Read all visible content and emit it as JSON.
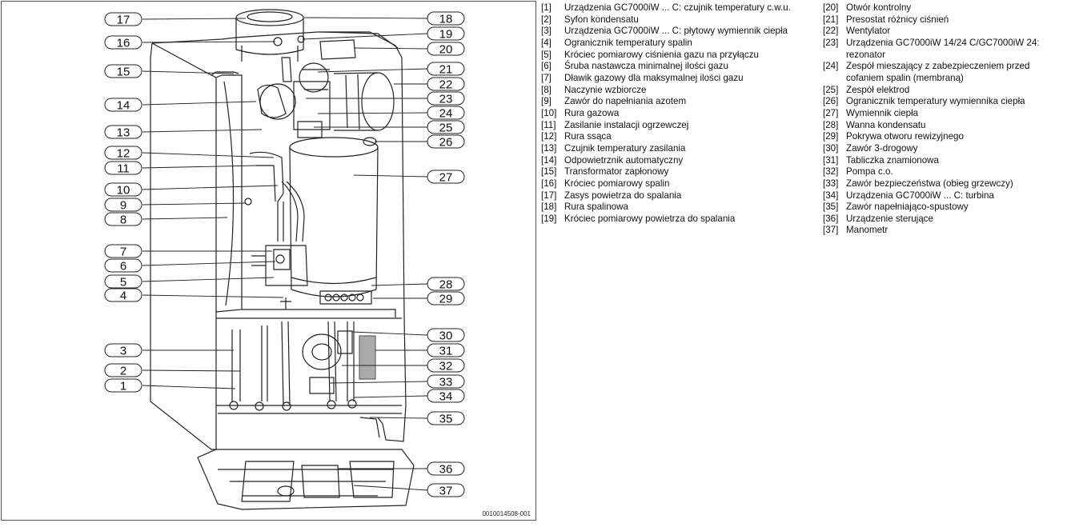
{
  "figure": {
    "code": "0010014508-001",
    "callouts_left": [
      "17",
      "16",
      "15",
      "14",
      "13",
      "12",
      "11",
      "10",
      "9",
      "8",
      "7",
      "6",
      "5",
      "4",
      "3",
      "2",
      "1"
    ],
    "callouts_right": [
      "18",
      "19",
      "20",
      "21",
      "22",
      "23",
      "24",
      "25",
      "26",
      "27",
      "28",
      "29",
      "30",
      "31",
      "32",
      "33",
      "34",
      "35",
      "36",
      "37"
    ]
  },
  "legend": {
    "column_1": [
      {
        "num": "[1]",
        "text": "Urządzenia GC7000iW ... C: czujnik temperatury c.w.u."
      },
      {
        "num": "[2]",
        "text": "Syfon kondensatu"
      },
      {
        "num": "[3]",
        "text": "Urządzenia GC7000iW ... C: płytowy wymiennik ciepła"
      },
      {
        "num": "[4]",
        "text": "Ogranicznik temperatury spalin"
      },
      {
        "num": "[5]",
        "text": "Króciec pomiarowy ciśnienia gazu na przyłączu"
      },
      {
        "num": "[6]",
        "text": "Śruba nastawcza minimalnej ilości gazu"
      },
      {
        "num": "[7]",
        "text": "Dławik gazowy dla maksymalnej ilości gazu"
      },
      {
        "num": "[8]",
        "text": "Naczynie wzbiorcze"
      },
      {
        "num": "[9]",
        "text": "Zawór do napełniania azotem"
      },
      {
        "num": "[10]",
        "text": "Rura gazowa"
      },
      {
        "num": "[11]",
        "text": "Zasilanie instalacji ogrzewczej"
      },
      {
        "num": "[12]",
        "text": "Rura ssąca"
      },
      {
        "num": "[13]",
        "text": "Czujnik temperatury zasilania"
      },
      {
        "num": "[14]",
        "text": "Odpowietrznik automatyczny"
      },
      {
        "num": "[15]",
        "text": "Transformator zapłonowy"
      },
      {
        "num": "[16]",
        "text": "Króciec pomiarowy spalin"
      },
      {
        "num": "[17]",
        "text": "Zasys powietrza do spalania"
      },
      {
        "num": "[18]",
        "text": "Rura spalinowa"
      },
      {
        "num": "[19]",
        "text": "Króciec pomiarowy powietrza do spalania"
      }
    ],
    "column_2": [
      {
        "num": "[20]",
        "text": "Otwór kontrolny"
      },
      {
        "num": "[21]",
        "text": "Presostat różnicy ciśnień"
      },
      {
        "num": "[22]",
        "text": "Wentylator"
      },
      {
        "num": "[23]",
        "text": "Urządzenia GC7000iW 14/24 C/GC7000iW 24: rezonator"
      },
      {
        "num": "[24]",
        "text": "Zespół mieszający z zabezpieczeniem przed cofaniem spalin (membraną)"
      },
      {
        "num": "[25]",
        "text": "Zespół elektrod"
      },
      {
        "num": "[26]",
        "text": "Ogranicznik temperatury wymiennika ciepła"
      },
      {
        "num": "[27]",
        "text": "Wymiennik ciepła"
      },
      {
        "num": "[28]",
        "text": "Wanna kondensatu"
      },
      {
        "num": "[29]",
        "text": "Pokrywa otworu rewizyjnego"
      },
      {
        "num": "[30]",
        "text": "Zawór 3-drogowy"
      },
      {
        "num": "[31]",
        "text": "Tabliczka znamionowa"
      },
      {
        "num": "[32]",
        "text": "Pompa c.o."
      },
      {
        "num": "[33]",
        "text": "Zawór bezpieczeństwa (obieg grzewczy)"
      },
      {
        "num": "[34]",
        "text": "Urządzenia GC7000iW ... C: turbina"
      },
      {
        "num": "[35]",
        "text": "Zawór napełniająco-spustowy"
      },
      {
        "num": "[36]",
        "text": "Urządzenie sterujące"
      },
      {
        "num": "[37]",
        "text": "Manometr"
      }
    ]
  }
}
